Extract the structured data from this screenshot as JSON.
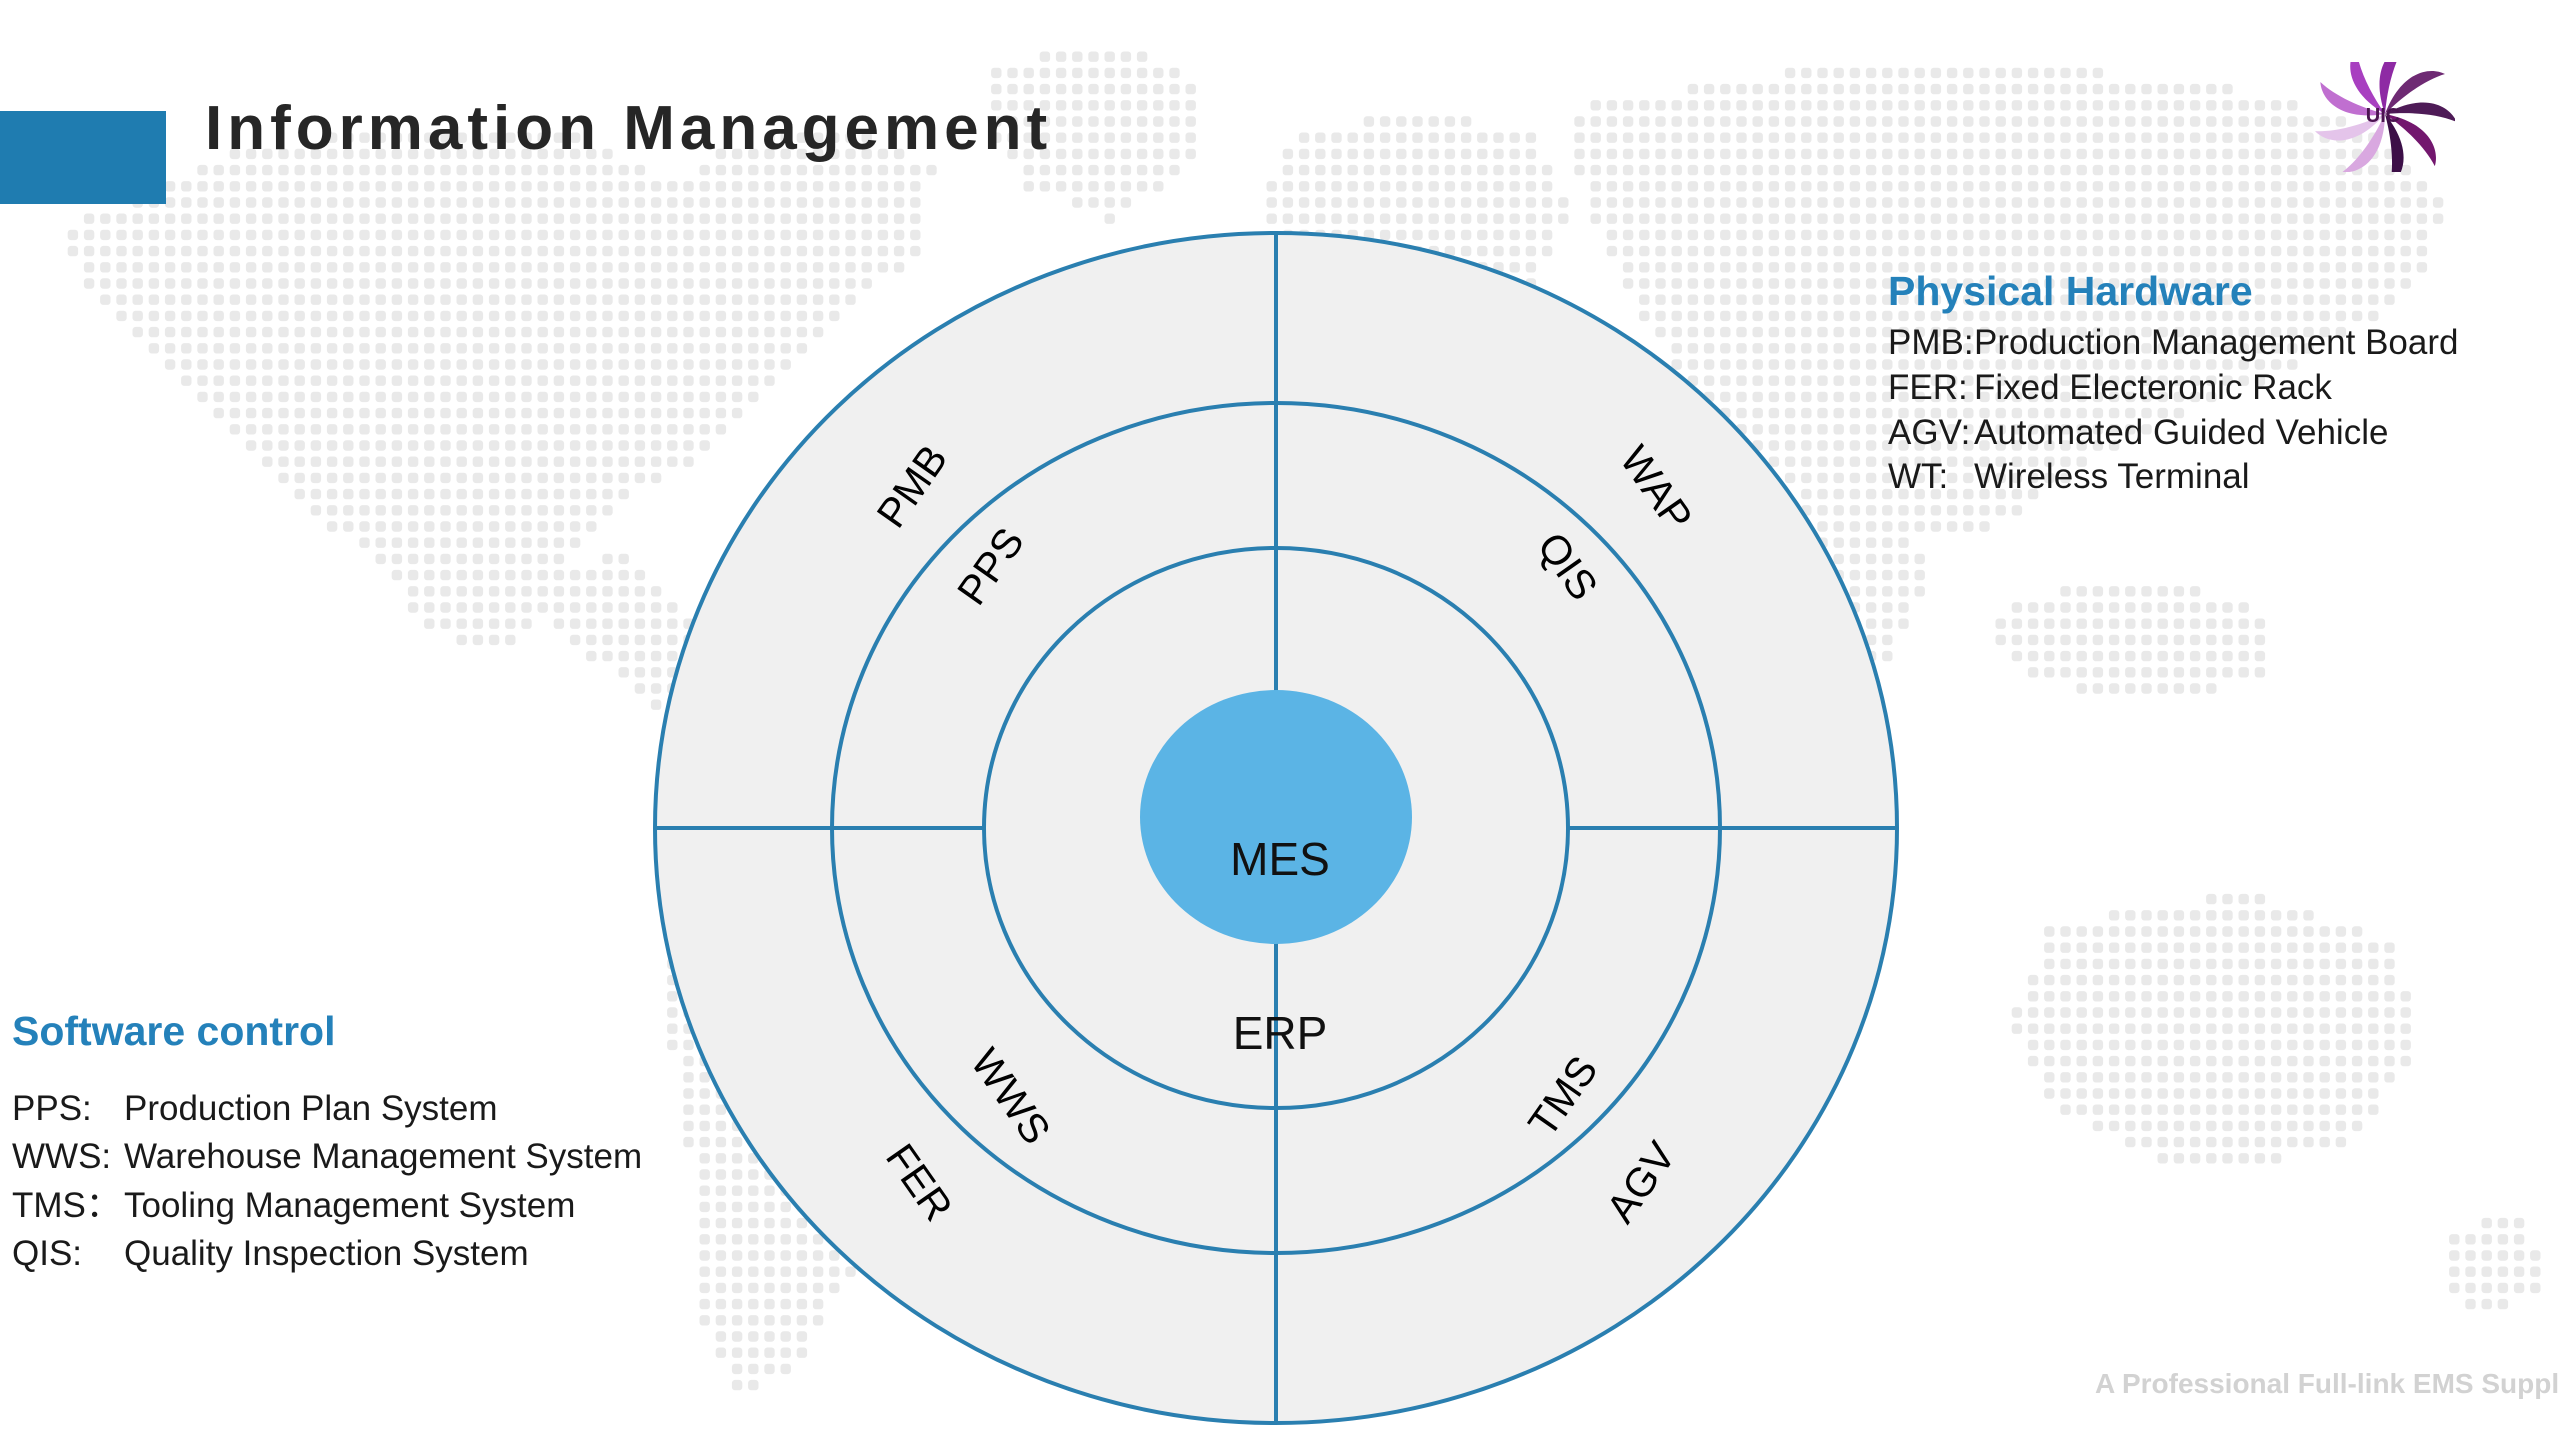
{
  "header": {
    "title": "Information Management",
    "accent_color": "#1f7cb0",
    "logo_text": "UIC",
    "logo_name": "uic-swirl-logo"
  },
  "diagram": {
    "type": "concentric-rings",
    "center_label": "ERP",
    "inner_ring_label": "MES",
    "center_fill": "#5bb4e5",
    "ring_fill": "#f0f0f0",
    "ring_stroke": "#2a7fb0",
    "ring_labels": [
      {
        "text": "PMB",
        "ring": "outer",
        "quadrant": "top-left"
      },
      {
        "text": "WAP",
        "ring": "outer",
        "quadrant": "top-right"
      },
      {
        "text": "FER",
        "ring": "outer",
        "quadrant": "bottom-left"
      },
      {
        "text": "AGV",
        "ring": "outer",
        "quadrant": "bottom-right"
      },
      {
        "text": "PPS",
        "ring": "middle",
        "quadrant": "top-left"
      },
      {
        "text": "QIS",
        "ring": "middle",
        "quadrant": "top-right"
      },
      {
        "text": "WWS",
        "ring": "middle",
        "quadrant": "bottom-left"
      },
      {
        "text": "TMS",
        "ring": "middle",
        "quadrant": "bottom-right"
      }
    ]
  },
  "hardware_legend": {
    "title": "Physical Hardware",
    "title_color": "#2481ba",
    "rows": [
      {
        "abbr": "PMB:",
        "desc": "Production Management Board"
      },
      {
        "abbr": "FER:",
        "desc": "Fixed Electeronic Rack"
      },
      {
        "abbr": "AGV:",
        "desc": "Automated Guided Vehicle"
      },
      {
        "abbr": "WT:",
        "desc": "Wireless Terminal"
      }
    ]
  },
  "software_legend": {
    "title": "Software control",
    "title_color": "#2481ba",
    "rows": [
      {
        "abbr": "PPS:",
        "desc": "Production Plan System"
      },
      {
        "abbr": "WWS:",
        "desc": "Warehouse Management System"
      },
      {
        "abbr": "TMS：",
        "desc": "Tooling Management System"
      },
      {
        "abbr": "QIS:",
        "desc": "Quality Inspection System"
      }
    ]
  },
  "footer": {
    "tagline": "A Professional Full-link EMS Supplier",
    "tagline_color": "#d2d2d2"
  }
}
